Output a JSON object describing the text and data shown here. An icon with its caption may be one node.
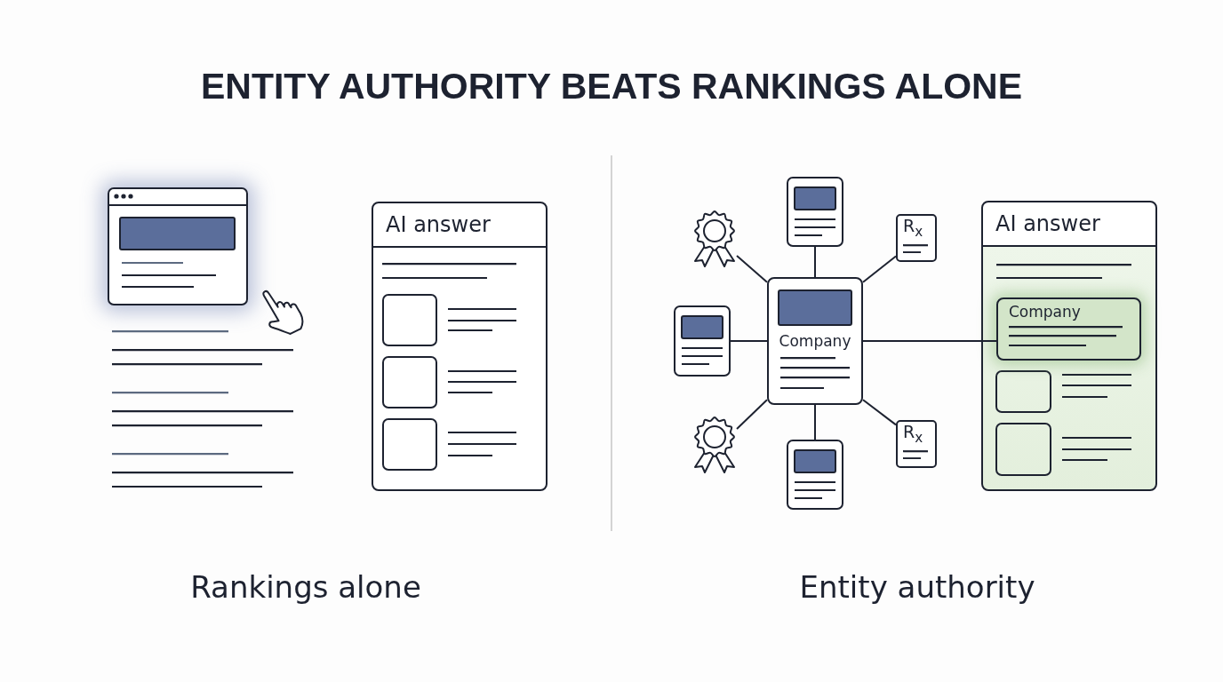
{
  "diagram": {
    "title": "ENTITY AUTHORITY BEATS RANKINGS ALONE",
    "nodes": [
      {
        "text": [
          "AI answer"
        ]
      },
      {
        "text": [],
        "shape": "document"
      },
      {
        "text": [],
        "shape": "badge"
      },
      {
        "text": [
          "R$_{x}$"
        ]
      },
      {
        "text": [],
        "shape": "document"
      },
      {
        "text": [
          "Company"
        ]
      },
      {
        "text": [],
        "shape": "badge"
      },
      {
        "text": [
          "R$_{x}$"
        ]
      },
      {
        "text": [],
        "shape": "document"
      },
      {
        "text": [
          "AI answer"
        ]
      },
      {
        "text": [
          "Company"
        ],
        "in": 9
      }
    ],
    "edges": [
      {
        "from": 5,
        "to": 1,
        "arrow": "none"
      },
      {
        "from": 5,
        "to": 2,
        "arrow": "none"
      },
      {
        "from": 5,
        "to": 3,
        "arrow": "none"
      },
      {
        "from": 5,
        "to": 4,
        "arrow": "none"
      },
      {
        "from": 5,
        "to": 6,
        "arrow": "none"
      },
      {
        "from": 5,
        "to": 7,
        "arrow": "none"
      },
      {
        "from": 5,
        "to": 8,
        "arrow": "none"
      },
      {
        "from": 5,
        "to": 10,
        "arrow": "none"
      }
    ],
    "labels": [
      "Rankings alone",
      "Entity authority"
    ]
  }
}
